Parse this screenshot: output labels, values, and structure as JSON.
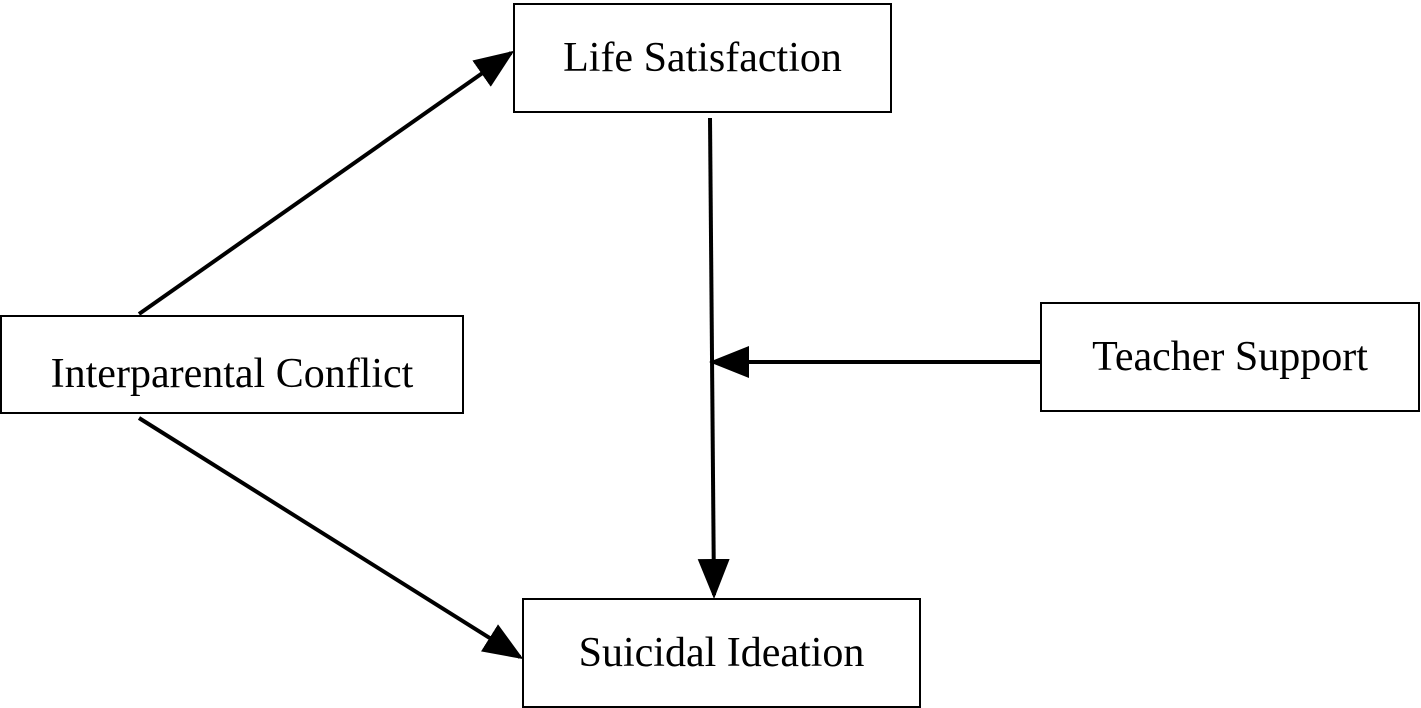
{
  "nodes": {
    "life_satisfaction": "Life Satisfaction",
    "interparental_conflict": "Interparental Conflict",
    "teacher_support": "Teacher Support",
    "suicidal_ideation": "Suicidal Ideation"
  },
  "edges": [
    {
      "from": "Interparental Conflict",
      "to": "Life Satisfaction"
    },
    {
      "from": "Interparental Conflict",
      "to": "Suicidal Ideation"
    },
    {
      "from": "Life Satisfaction",
      "to": "Suicidal Ideation"
    },
    {
      "from": "Teacher Support",
      "to": "Life Satisfaction → Suicidal Ideation path"
    }
  ],
  "colors": {
    "stroke": "#000000",
    "background": "#ffffff"
  }
}
